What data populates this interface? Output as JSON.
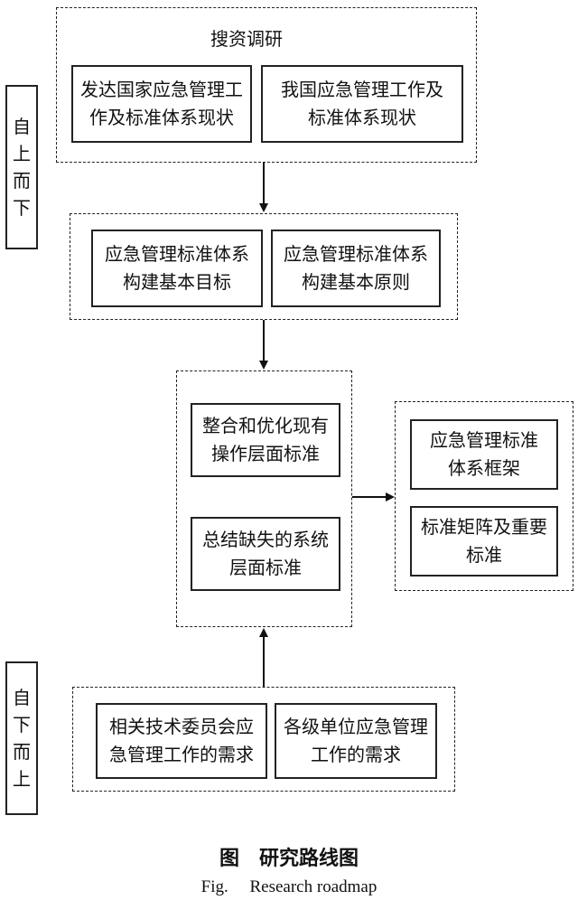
{
  "side_labels": {
    "top_down": "自\n上\n而\n下",
    "bottom_up": "自\n下\n而\n上"
  },
  "group1": {
    "title": "搜资调研",
    "box_left": "发达国家应急管理工\n作及标准体系现状",
    "box_right": "我国应急管理工作及\n标准体系现状"
  },
  "group2": {
    "box_left": "应急管理标准体系\n构建基本目标",
    "box_right": "应急管理标准体系\n构建基本原则"
  },
  "group3": {
    "box_top": "整合和优化现有\n操作层面标准",
    "box_bottom": "总结缺失的系统\n层面标准"
  },
  "group4": {
    "box_top": "应急管理标准\n体系框架",
    "box_bottom": "标准矩阵及重要\n标准"
  },
  "group5": {
    "box_left": "相关技术委员会应\n急管理工作的需求",
    "box_right": "各级单位应急管理\n工作的需求"
  },
  "caption": {
    "cn": "图　研究路线图",
    "en": "Fig.　 Research roadmap"
  }
}
